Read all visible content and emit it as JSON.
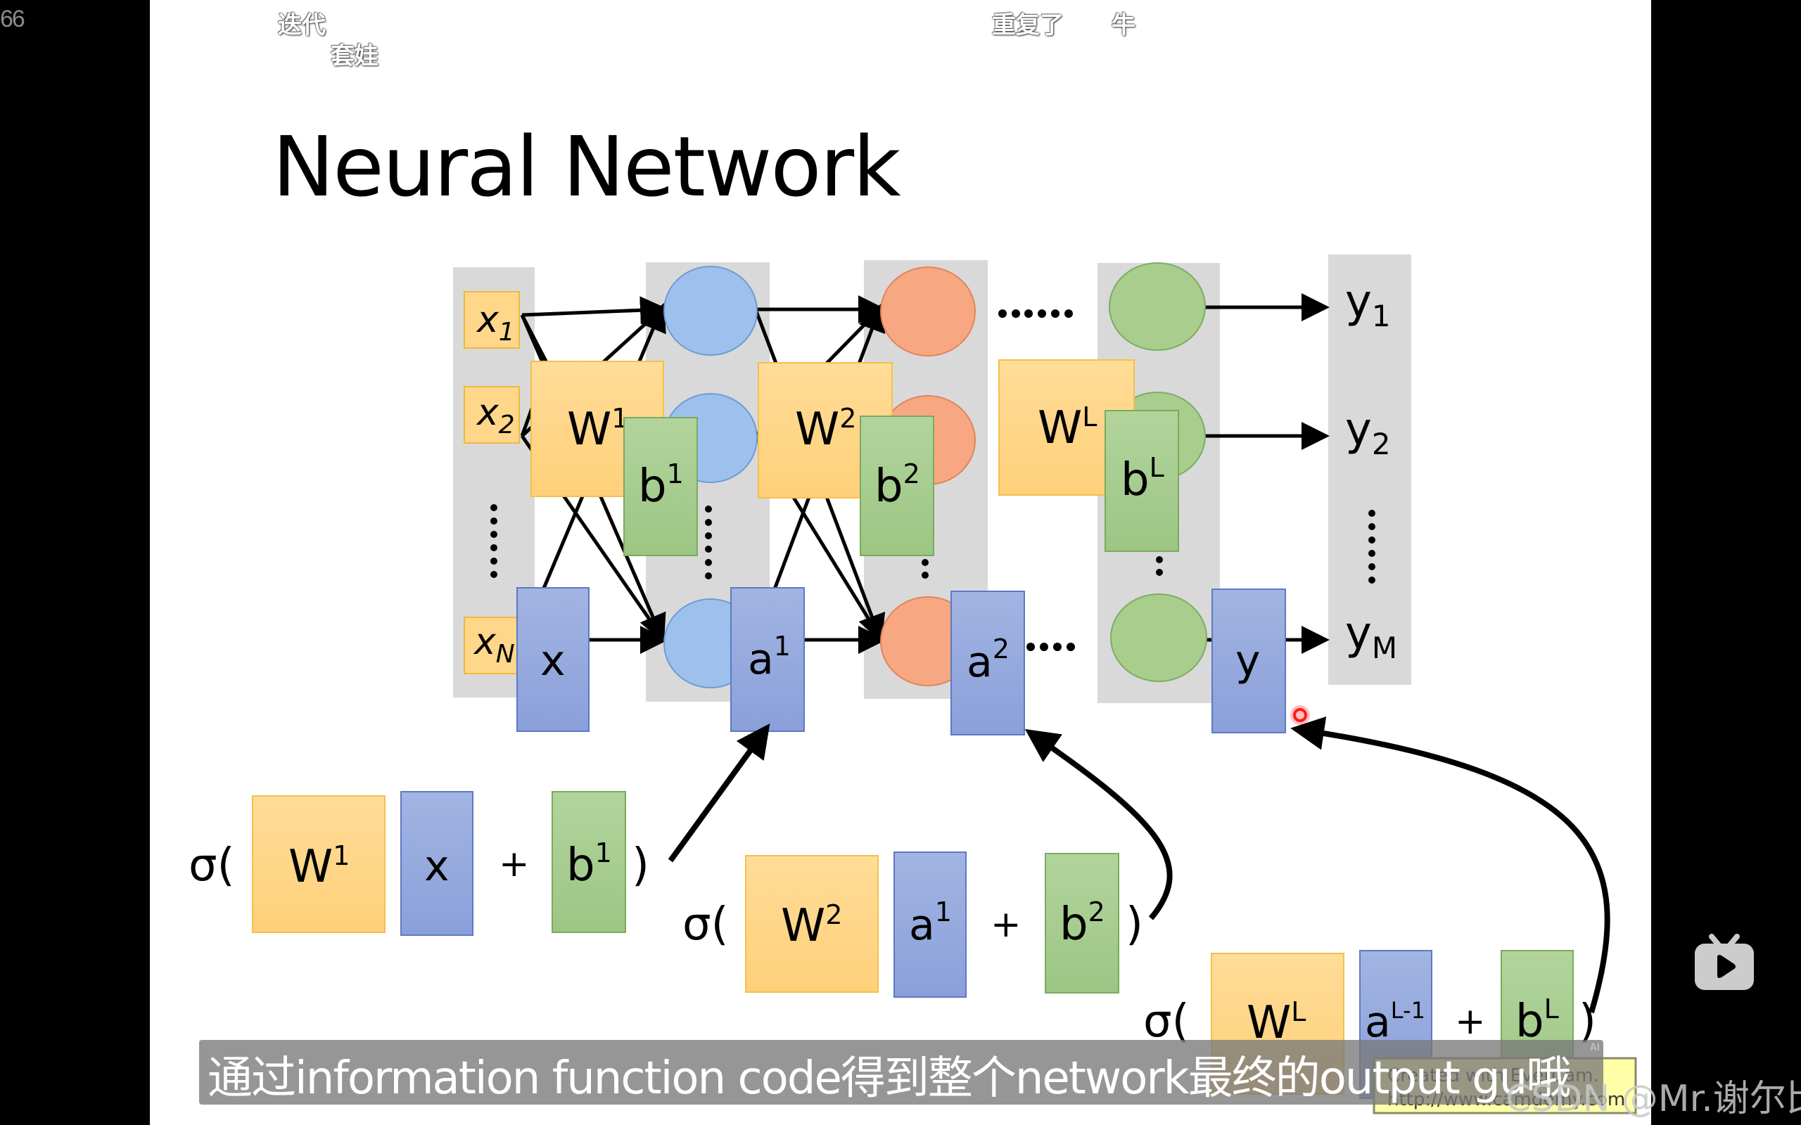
{
  "player": {
    "frame_counter": "66",
    "logo_icon": "bilibili-tv-icon",
    "watermark": "CSDN @Mr.谢尔比",
    "ai_tag": "AI"
  },
  "danmaku": [
    {
      "text": "迭代"
    },
    {
      "text": "套娃"
    },
    {
      "text": "重复了"
    },
    {
      "text": "牛"
    }
  ],
  "slide": {
    "title": "Neural Network",
    "colors": {
      "weight": "#FFD78A",
      "input_vector": "#8FA6DC",
      "bias": "#A6CC8E",
      "layer1_neuron": "#9DC1EC",
      "layer2_neuron": "#F7A882",
      "layerL_neuron": "#A8CD8D",
      "layer_column": "#D9D9D9"
    },
    "inputs": [
      "x",
      "1",
      "x",
      "2",
      "x",
      "N"
    ],
    "input_labels": [
      {
        "base": "x",
        "sub": "1"
      },
      {
        "base": "x",
        "sub": "2"
      },
      {
        "base": "x",
        "sub": "N"
      }
    ],
    "outputs": [
      {
        "base": "y",
        "sub": "1"
      },
      {
        "base": "y",
        "sub": "2"
      },
      {
        "base": "y",
        "sub": "M"
      }
    ],
    "matrices": {
      "w1": {
        "base": "W",
        "sup": "1"
      },
      "w2": {
        "base": "W",
        "sup": "2"
      },
      "wL": {
        "base": "W",
        "sup": "L"
      },
      "b1": {
        "base": "b",
        "sup": "1"
      },
      "b2": {
        "base": "b",
        "sup": "2"
      },
      "bL": {
        "base": "b",
        "sup": "L"
      },
      "x": {
        "base": "x",
        "sup": ""
      },
      "a1": {
        "base": "a",
        "sup": "1"
      },
      "a2": {
        "base": "a",
        "sup": "2"
      },
      "y": {
        "base": "y",
        "sup": ""
      }
    },
    "ellipsis_h": "……",
    "ellipsis_h_short": "….",
    "equations": [
      {
        "sigma": "σ(",
        "w": {
          "base": "W",
          "sup": "1"
        },
        "v": {
          "base": "x",
          "sup": ""
        },
        "plus": "+",
        "b": {
          "base": "b",
          "sup": "1"
        },
        "close": ")"
      },
      {
        "sigma": "σ(",
        "w": {
          "base": "W",
          "sup": "2"
        },
        "v": {
          "base": "a",
          "sup": "1"
        },
        "plus": "+",
        "b": {
          "base": "b",
          "sup": "2"
        },
        "close": ")"
      },
      {
        "sigma": "σ(",
        "w": {
          "base": "W",
          "sup": "L"
        },
        "v": {
          "base": "a",
          "sup": "L-1"
        },
        "plus": "+",
        "b": {
          "base": "b",
          "sup": "L"
        },
        "close": ")"
      }
    ],
    "credit": {
      "line1": "Created with EverCam.",
      "line2": "http://www.camdemy.com"
    }
  },
  "subtitle": {
    "text": "通过information function code得到整个network最终的output gu哦"
  }
}
